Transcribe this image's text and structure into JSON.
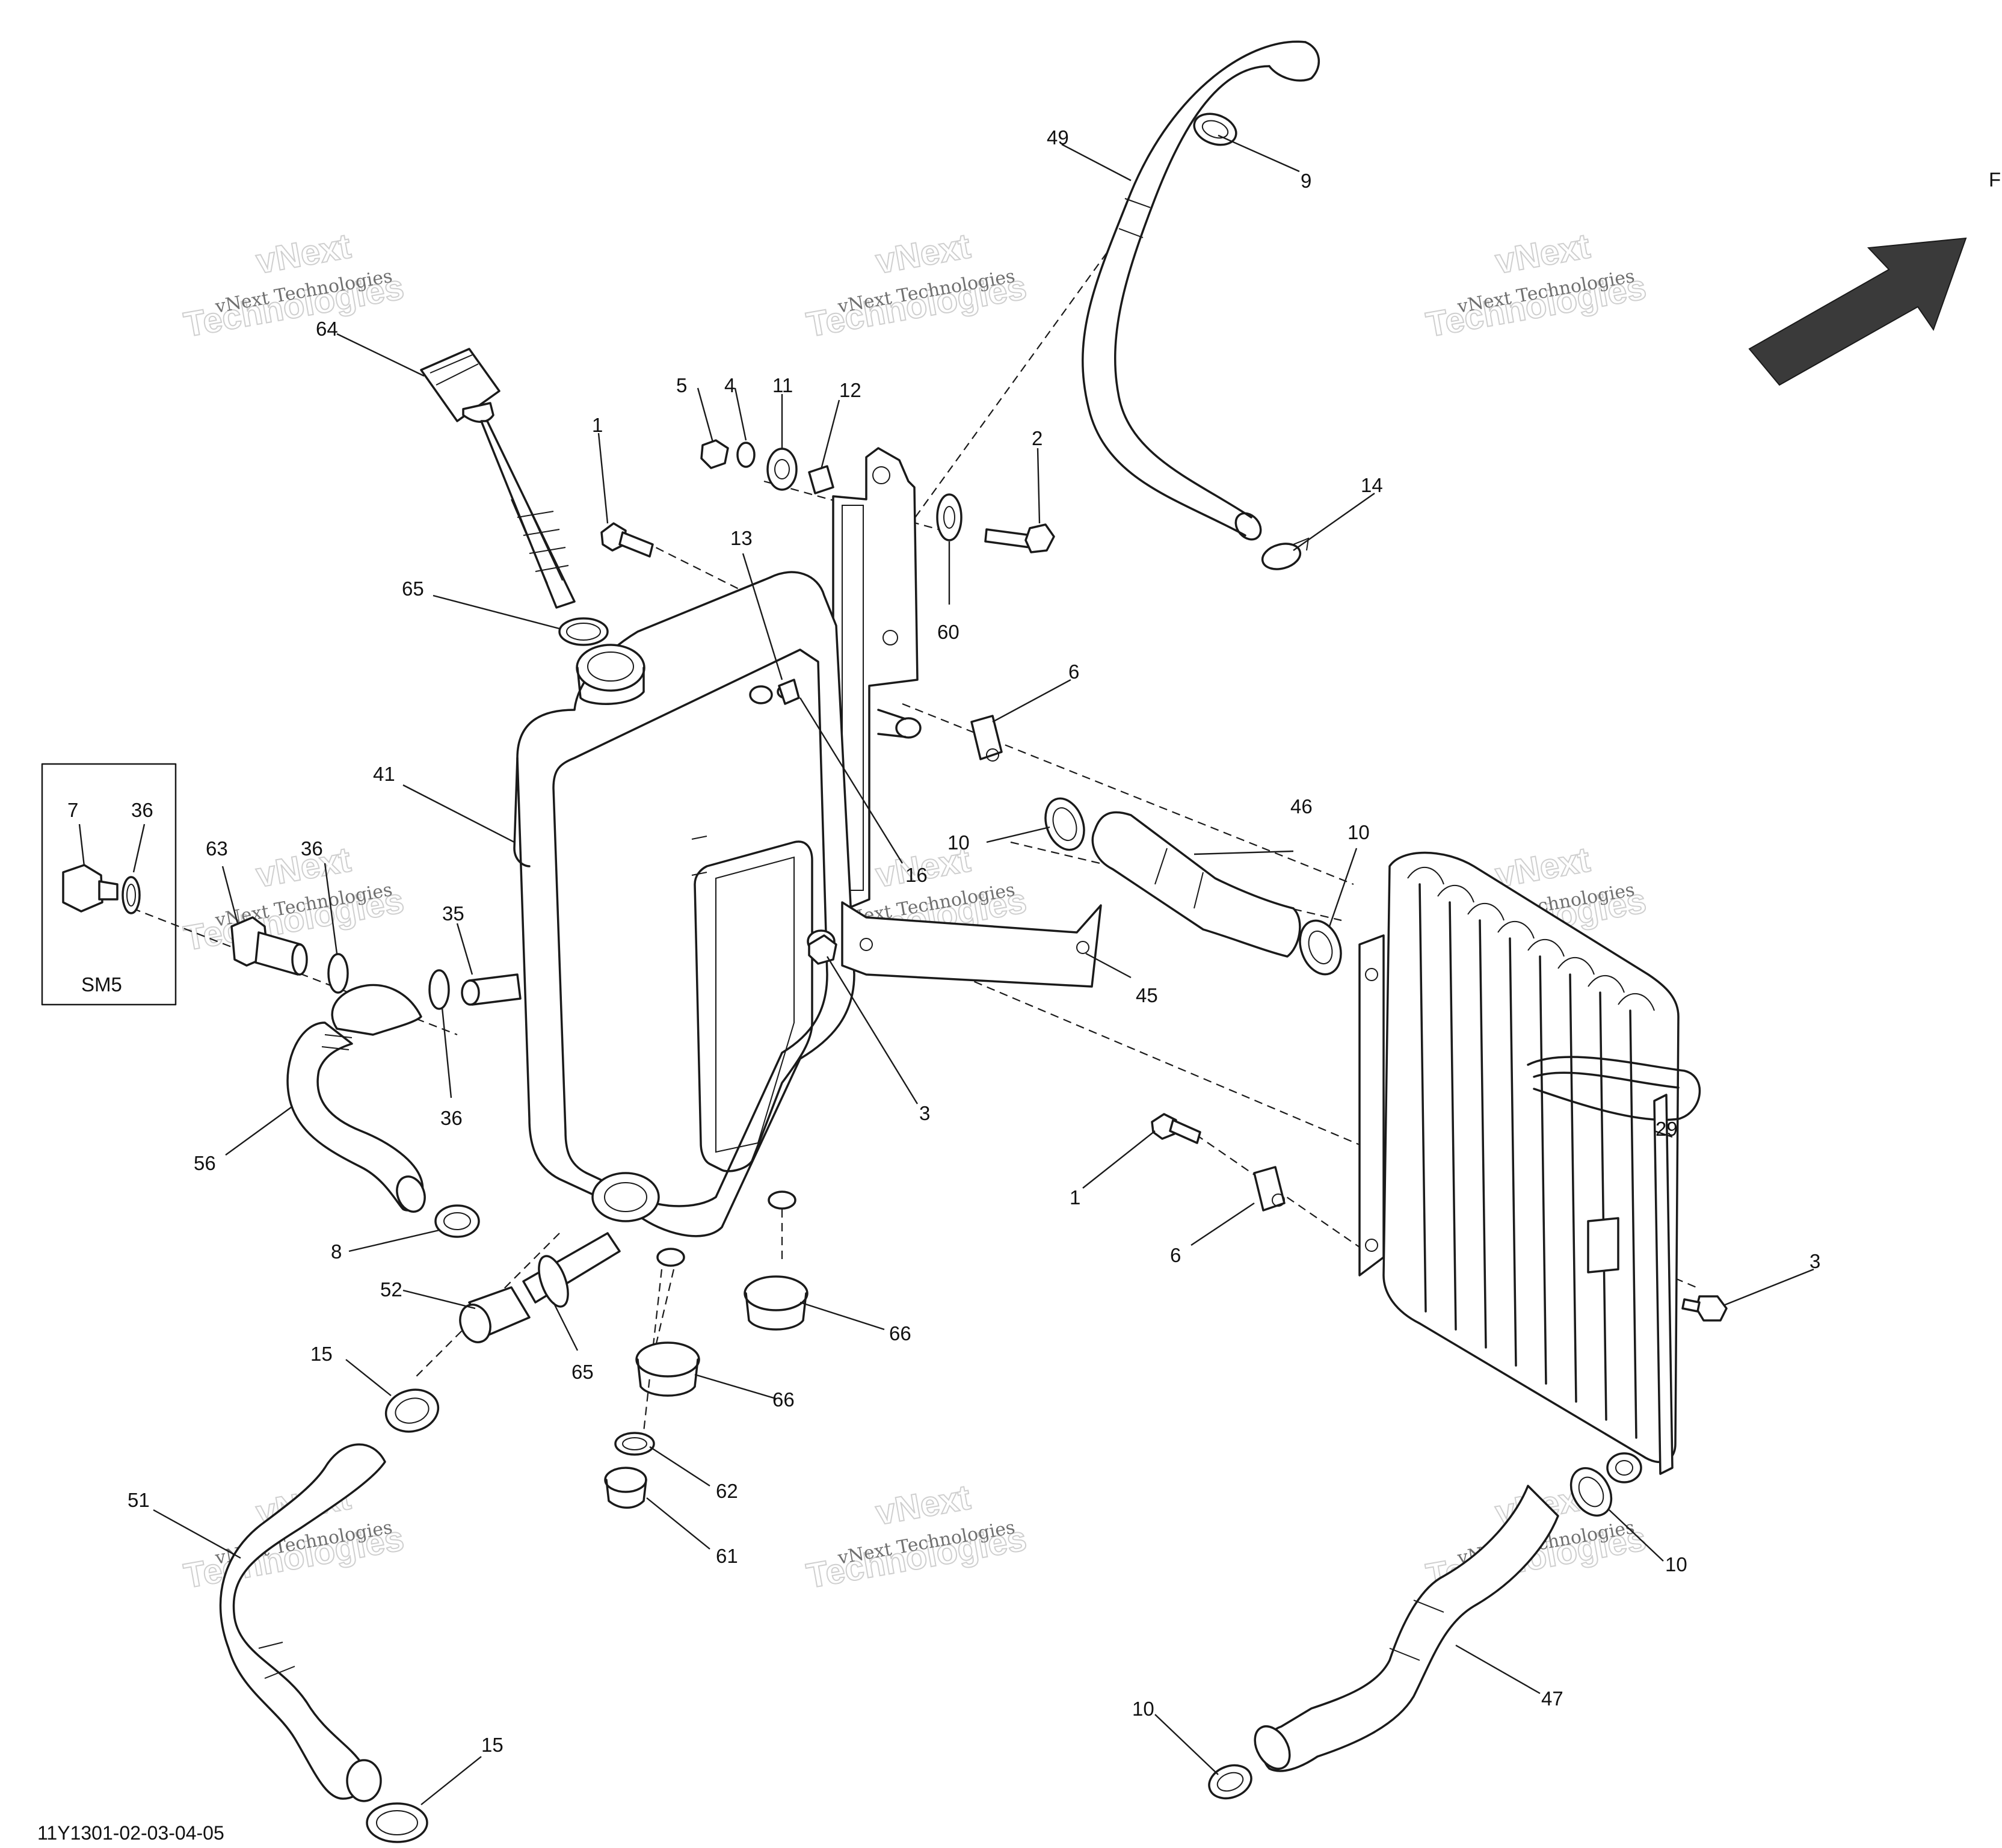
{
  "diagram": {
    "reference_code": "11Y1301-02-03-04-05",
    "service_kit_label": "SM5",
    "direction_letter": "F",
    "direction_arrow_color": "#3a3a3a",
    "watermark": {
      "line1": "vNext Technologies",
      "line2": "vNext",
      "line3": "Technologies"
    },
    "callouts": [
      "1",
      "1",
      "2",
      "3",
      "3",
      "4",
      "5",
      "6",
      "6",
      "7",
      "8",
      "9",
      "10",
      "10",
      "10",
      "10",
      "11",
      "12",
      "13",
      "14",
      "15",
      "15",
      "16",
      "29",
      "35",
      "36",
      "36",
      "36",
      "41",
      "45",
      "46",
      "47",
      "49",
      "51",
      "52",
      "56",
      "60",
      "61",
      "62",
      "63",
      "64",
      "65",
      "65",
      "66",
      "66"
    ]
  }
}
